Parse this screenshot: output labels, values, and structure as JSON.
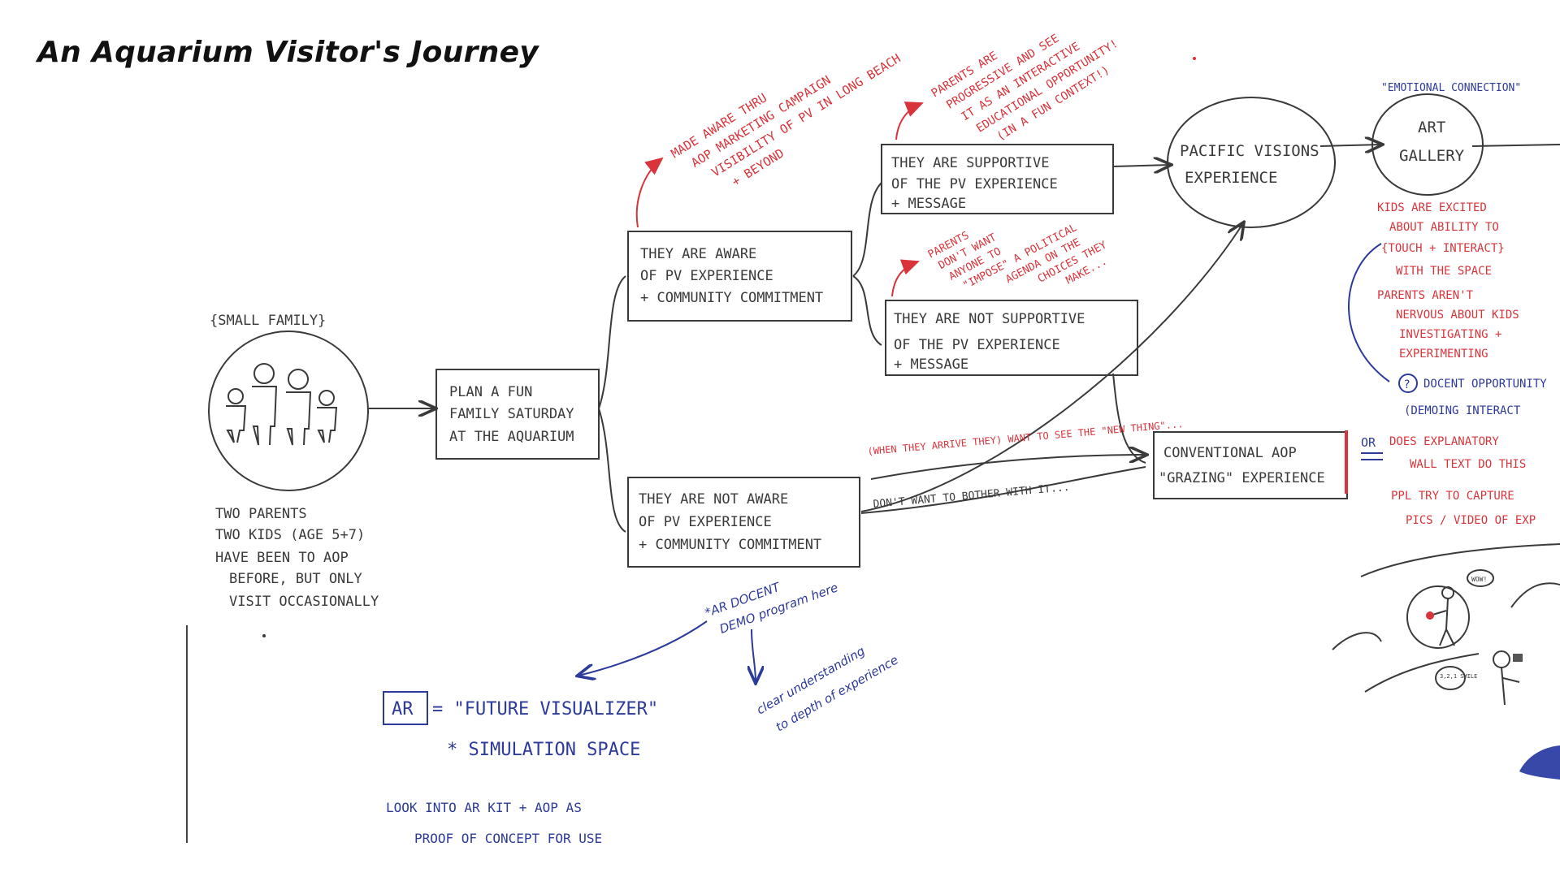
{
  "title": "An Aquarium Visitor's Journey",
  "persona": {
    "label": "{SMALL FAMILY}",
    "bullets": [
      "TWO PARENTS",
      "TWO KIDS (AGE 5+7)",
      "HAVE BEEN TO AOP",
      "BEFORE, BUT ONLY",
      "VISIT OCCASIONALLY"
    ]
  },
  "nodes": {
    "plan": [
      "PLAN A FUN",
      "FAMILY SATURDAY",
      "AT THE AQUARIUM"
    ],
    "aware": [
      "THEY ARE AWARE",
      "OF PV EXPERIENCE",
      "+ COMMUNITY COMMITMENT"
    ],
    "not_aware": [
      "THEY ARE NOT AWARE",
      "OF PV EXPERIENCE",
      "+ COMMUNITY COMMITMENT"
    ],
    "supportive": [
      "THEY ARE SUPPORTIVE",
      "OF THE PV EXPERIENCE",
      "+ MESSAGE"
    ],
    "not_supportive": [
      "THEY ARE NOT SUPPORTIVE",
      "OF THE PV EXPERIENCE",
      "+ MESSAGE"
    ],
    "pacific": [
      "PACIFIC VISIONS",
      "EXPERIENCE"
    ],
    "conventional": [
      "CONVENTIONAL AOP",
      "\"GRAZING\" EXPERIENCE"
    ],
    "art": [
      "ART",
      "GALLERY"
    ]
  },
  "notes_red": {
    "marketing": [
      "MADE AWARE THRU",
      "AOP MARKETING CAMPAIGN",
      "VISIBILITY OF PV IN LONG BEACH",
      "+ BEYOND"
    ],
    "parents_supportive": [
      "PARENTS ARE",
      "PROGRESSIVE AND SEE",
      "IT AS AN INTERACTIVE",
      "EDUCATIONAL OPPORTUNITY!",
      "(IN A FUN CONTEXT!)"
    ],
    "parents_not": [
      "PARENTS",
      "DON'T WANT",
      "ANYONE TO",
      "\"IMPOSE\" A POLITICAL",
      "AGENDA ON THE",
      "CHOICES THEY",
      "MAKE..."
    ],
    "kids": [
      "KIDS ARE EXCITED",
      "ABOUT ABILITY TO",
      "{TOUCH + INTERACT}",
      "WITH THE SPACE"
    ],
    "parents_nervous": [
      "PARENTS AREN'T",
      "NERVOUS ABOUT KIDS",
      "INVESTIGATING +",
      "EXPERIMENTING"
    ],
    "explanatory": [
      "DOES EXPLANATORY",
      "WALL TEXT DO THIS"
    ],
    "capture": [
      "PPL TRY TO CAPTURE",
      "PICS / VIDEO OF EXP"
    ]
  },
  "arrow_labels": {
    "want_to_see": "(WHEN THEY ARRIVE THEY) WANT TO SEE THE \"NEW THING\"...",
    "dont_want": "DON'T WANT TO BOTHER WITH IT..."
  },
  "notes_blue": {
    "emotional": "\"EMOTIONAL CONNECTION\"",
    "docent": [
      "DOCENT OPPORTUNITY",
      "(DEMOING INTERACT"
    ],
    "or": "OR",
    "ar_docent": [
      "*AR DOCENT",
      "DEMO program here"
    ],
    "clear_understanding": [
      "clear understanding",
      "to depth of experience"
    ],
    "ar_box": "AR",
    "ar_lines": [
      "= \"FUTURE VISUALIZER\"",
      "* SIMULATION SPACE"
    ],
    "look_into": [
      "LOOK INTO AR KIT + AOP AS",
      "PROOF OF CONCEPT FOR USE"
    ]
  },
  "sketch_bubbles": [
    "WOW!",
    "3,2,1 SMILE"
  ]
}
